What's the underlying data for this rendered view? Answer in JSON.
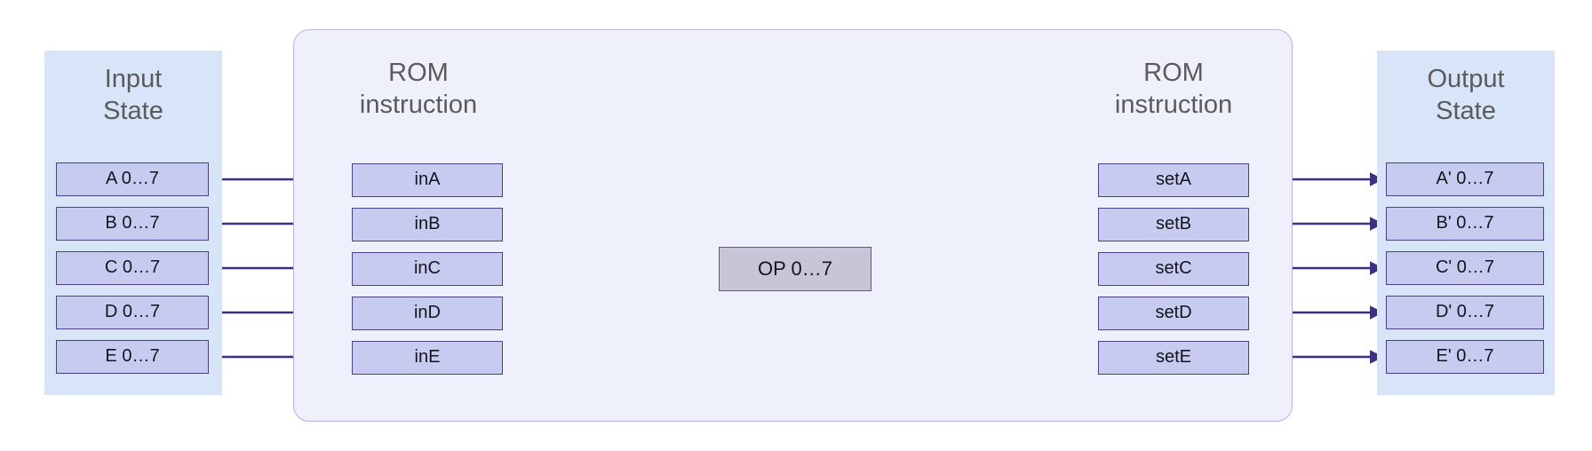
{
  "diagram": {
    "input_state": {
      "title": "Input\nState",
      "items": [
        "A 0…7",
        "B 0…7",
        "C 0…7",
        "D 0…7",
        "E 0…7"
      ]
    },
    "rom_left": {
      "title": "ROM\ninstruction",
      "items": [
        "inA",
        "inB",
        "inC",
        "inD",
        "inE"
      ]
    },
    "op_box": "OP 0…7",
    "rom_right": {
      "title": "ROM\ninstruction",
      "items": [
        "setA",
        "setB",
        "setC",
        "setD",
        "setE"
      ]
    },
    "output_state": {
      "title": "Output\nState",
      "items": [
        "A' 0…7",
        "B' 0…7",
        "C' 0…7",
        "D' 0…7",
        "E' 0…7"
      ]
    },
    "colors": {
      "panel_blue": "#d8e4f8",
      "box_fill": "#c7cbf0",
      "box_border": "#4a4184",
      "op_fill": "#c8c5d6",
      "op_border": "#615d78",
      "container_fill": "#eef0fc",
      "container_border": "#b9b0e2",
      "arrow": "#3a3180",
      "heading_text": "#5b5b5b"
    }
  }
}
